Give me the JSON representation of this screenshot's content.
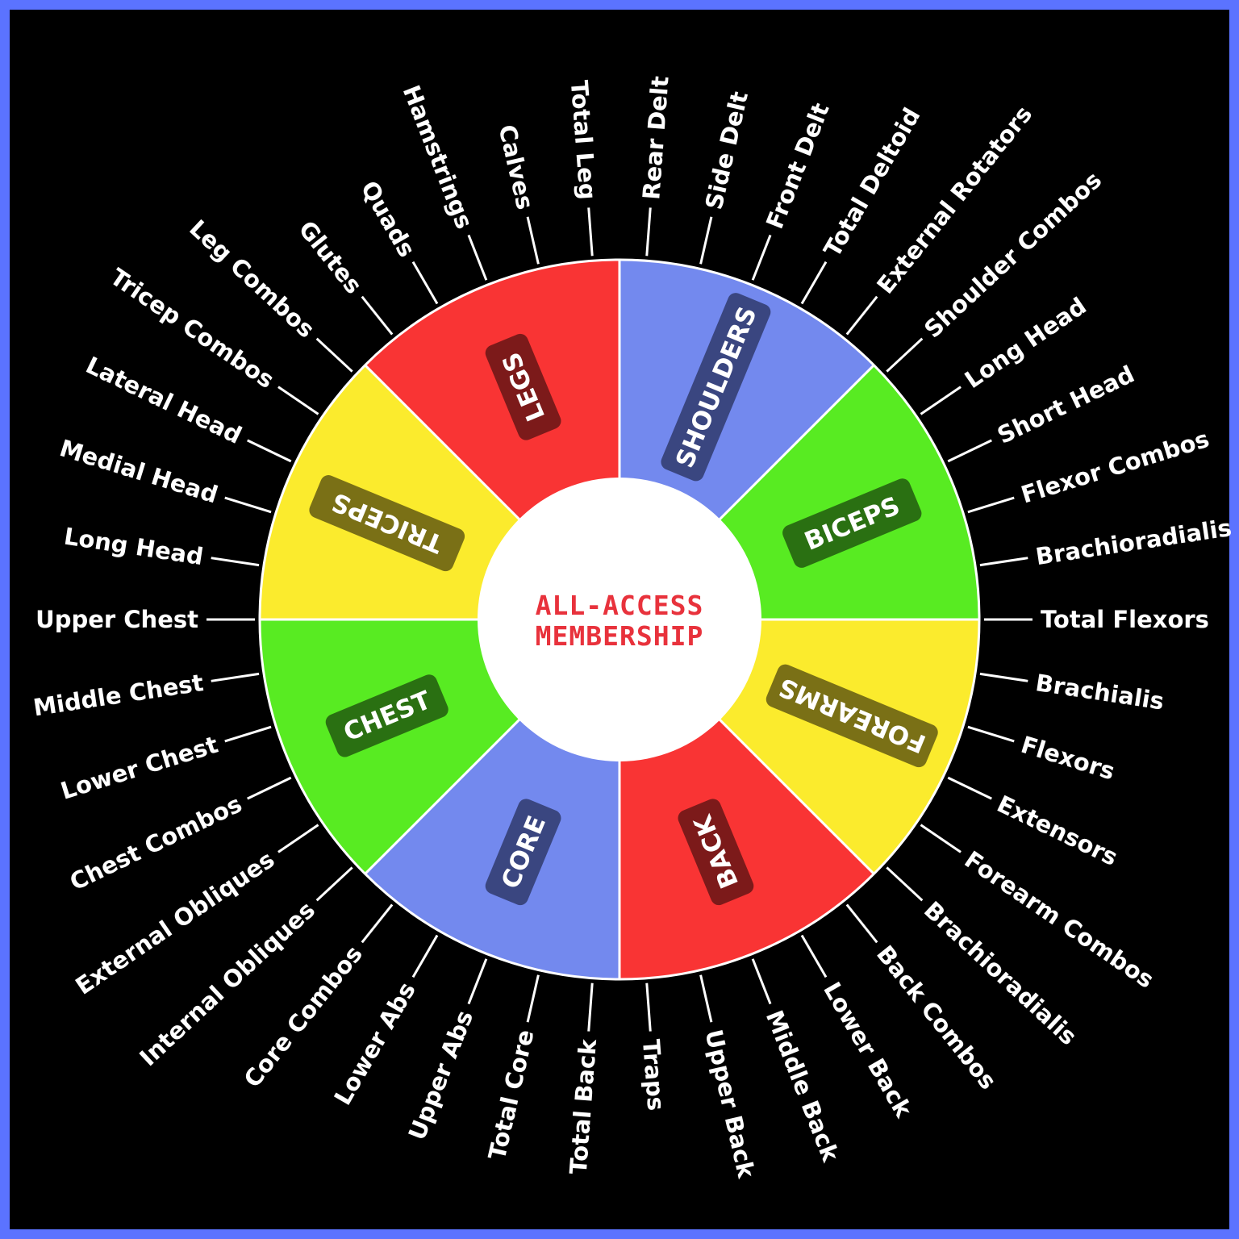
{
  "center": {
    "line1": "ALL-ACCESS",
    "line2": "MEMBERSHIP",
    "text_color": "#e8323c"
  },
  "colors": {
    "background": "#000000",
    "border": "#5b73ff",
    "divider": "#ffffff",
    "spoke": "#ffffff"
  },
  "segments": [
    {
      "name": "SHOULDERS",
      "fill": "#7389ee",
      "badge": "#3a4680"
    },
    {
      "name": "BICEPS",
      "fill": "#58eb22",
      "badge": "#2a7012"
    },
    {
      "name": "FOREARMS",
      "fill": "#fbeb2d",
      "badge": "#7a7016"
    },
    {
      "name": "BACK",
      "fill": "#f93434",
      "badge": "#7c1a1a"
    },
    {
      "name": "CORE",
      "fill": "#7389ee",
      "badge": "#3a4680"
    },
    {
      "name": "CHEST",
      "fill": "#58eb22",
      "badge": "#2a7012"
    },
    {
      "name": "TRICEPS",
      "fill": "#fbeb2d",
      "badge": "#7a7016"
    },
    {
      "name": "LEGS",
      "fill": "#f93434",
      "badge": "#7c1a1a"
    }
  ],
  "spokes": [
    "Rear Delt",
    "Side Delt",
    "Front Delt",
    "Total Deltoid",
    "External Rotators",
    "Shoulder Combos",
    "Long Head",
    "Short Head",
    "Flexor Combos",
    "Brachioradialis",
    "Total Flexors",
    "Brachialis",
    "Flexors",
    "Extensors",
    "Forearm Combos",
    "Brachioradialis",
    "Back Combos",
    "Lower Back",
    "Middle Back",
    "Upper Back",
    "Traps",
    "Total Back",
    "Total Core",
    "Upper Abs",
    "Lower Abs",
    "Core Combos",
    "Internal Obliques",
    "External Obliques",
    "Chest Combos",
    "Lower Chest",
    "Middle Chest",
    "Upper Chest",
    "Long Head",
    "Medial Head",
    "Lateral Head",
    "Tricep Combos",
    "Leg Combos",
    "Glutes",
    "Quads",
    "Hamstrings",
    "Calves",
    "Total Leg"
  ]
}
